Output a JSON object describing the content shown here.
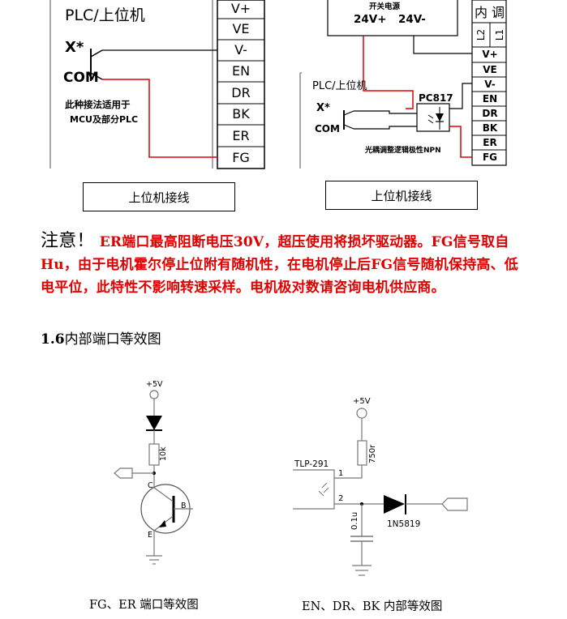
{
  "left_diagram": {
    "title": "PLC/上位机",
    "x_label": "X*",
    "com_label": "COM",
    "note_line1": "此种接法适用于",
    "note_line2": "MCU及部分PLC",
    "terminals": [
      "V+",
      "VE",
      "V-",
      "EN",
      "DR",
      "BK",
      "ER",
      "FG"
    ],
    "caption": "上位机接线"
  },
  "right_diagram": {
    "power_title": "开关电源",
    "power_pos": "24V+",
    "power_neg": "24V-",
    "side_label_1": "内",
    "side_label_2": "调",
    "l2": "L2",
    "l1": "L1",
    "title": "PLC/上位机",
    "x_label": "X*",
    "com_label": "COM",
    "optocoupler": "PC817",
    "note": "光耦调整逻辑极性NPN",
    "terminals": [
      "V+",
      "VE",
      "V-",
      "EN",
      "DR",
      "BK",
      "ER",
      "FG"
    ],
    "caption": "上位机接线"
  },
  "notice": {
    "lead": "注意！",
    "text": "ER端口最高阻断电压30V，超压使用将损坏驱动器。FG信号取自Hu，由于电机霍尔停止位附有随机性，在电机停止后FG信号随机保持高、低电平位，此特性不影响转速采样。电机极对数请咨询电机供应商。"
  },
  "section": {
    "number": "1.6",
    "title": "内部端口等效图"
  },
  "circuit_left": {
    "supply": "+5V",
    "resistor": "10k",
    "collector": "C",
    "base": "B",
    "emitter": "E",
    "caption": "FG、ER 端口等效图"
  },
  "circuit_right": {
    "supply": "+5V",
    "resistor": "750r",
    "coupler": "TLP-291",
    "pin1": "1",
    "pin2": "2",
    "capacitor": "0.1u",
    "diode": "1N5819",
    "caption": "EN、DR、BK 内部等效图"
  },
  "colors": {
    "wire_red": "#e00000",
    "line": "#000000",
    "gray": "#777777"
  }
}
